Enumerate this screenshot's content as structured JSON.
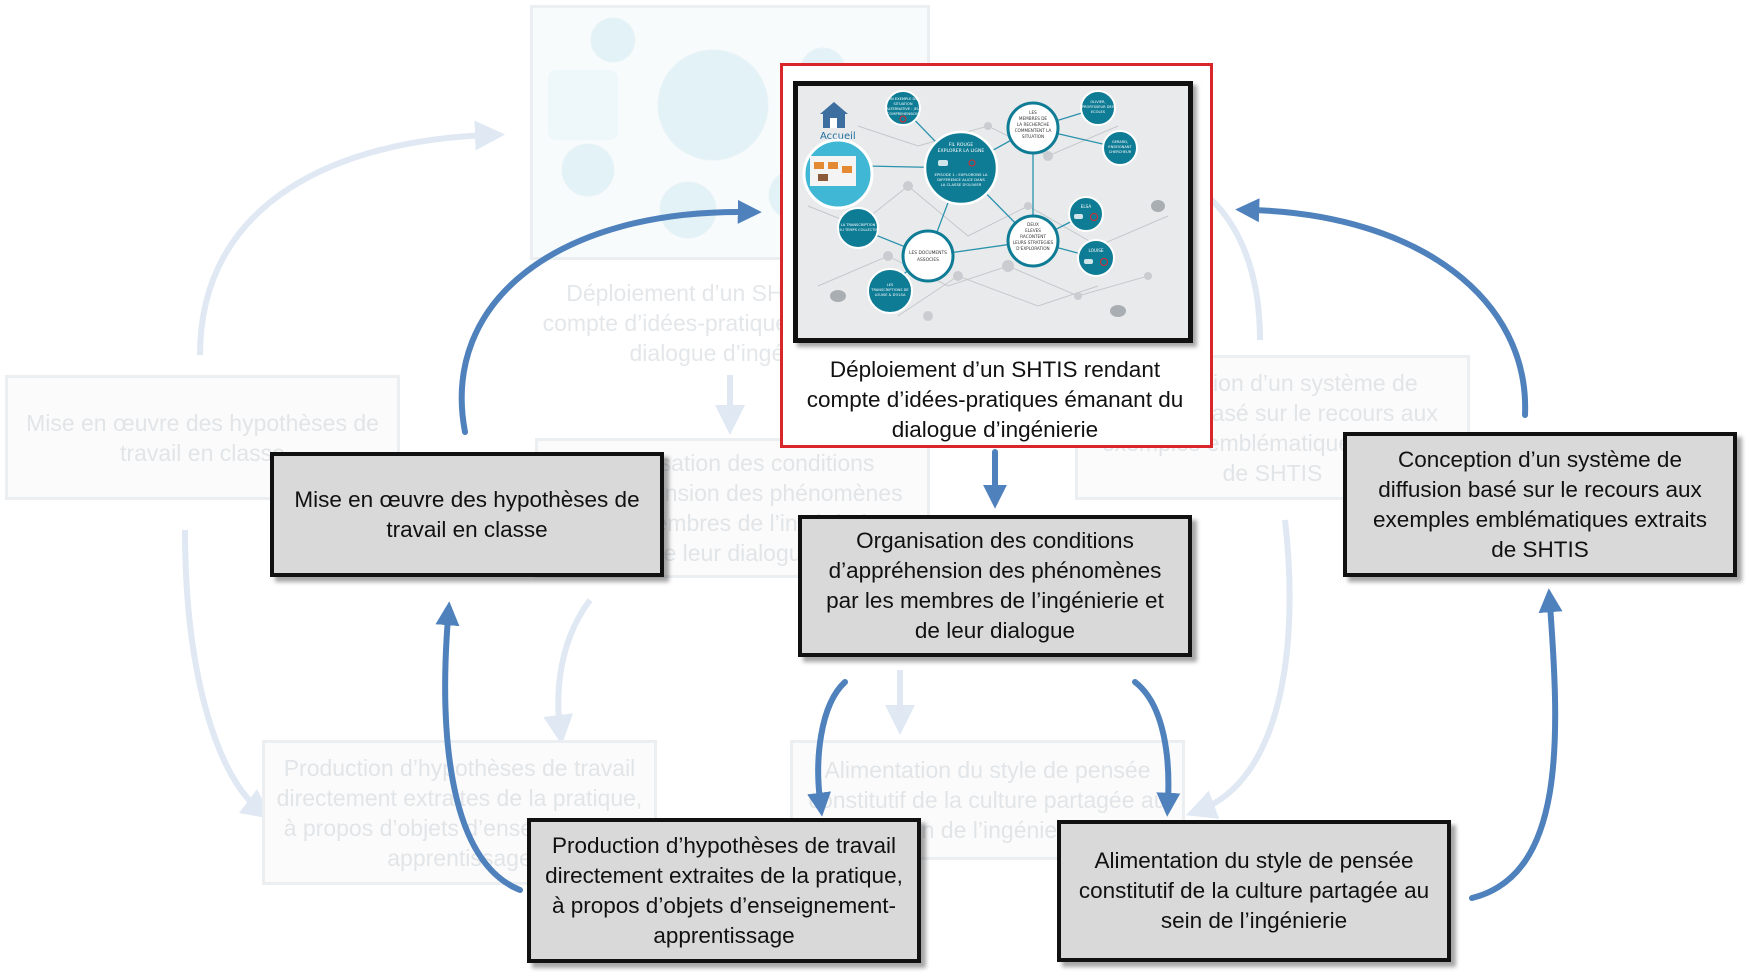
{
  "diagram": {
    "featured": {
      "caption": "Déploiement d’un SHTIS rendant compte d’idées-pratiques émanant du dialogue d’ingénierie",
      "screenshot": {
        "accueil": "Accueil",
        "nodes": {
          "exemple": "UN EXEMPLE DE SITUATION ALTERNATIVE : JEU COMPREHENSION",
          "fil_rouge": "FIL ROUGE EXPLORER LA LIGNE",
          "episode": "EPISODE 1 : EXPLORONS LA DIFFERENCE ALICE DANS LA CLASSE D'OLIVIER",
          "membres": "LES MEMBRES DE LA RECHERCHE COMMENTENT LA SITUATION",
          "olivier": "OLIVIER, PROFESSEUR DES ECOLES",
          "gerard": "GERARD, ENSEIGNANT CHERCHEUR",
          "elsa": "ELSA",
          "louise": "LOUISE",
          "deux_eleves": "DEUX ELEVES RACONTENT LEURS STRATEGIES D'EXPLORATION",
          "documents": "LES DOCUMENTS ASSOCIES",
          "transcription": "LA TRANSCRIPTION DU TEMPS COLLECTIF",
          "transcriptions": "LES TRANSCRIPTIONS DE LOUISE & D'ELSA"
        }
      }
    },
    "boxes": {
      "organisation": "Organisation des conditions d’appréhension des phénomènes par les membres de l’ingénierie et de leur dialogue",
      "mise_en_oeuvre": "Mise en œuvre des hypothèses de travail en classe",
      "conception": "Conception d’un système de diffusion basé sur le recours aux exemples emblématiques extraits de SHTIS",
      "production": "Production d’hypothèses de travail directement extraites de la pratique, à propos d’objets d’enseignement-apprentissage",
      "alimentation": "Alimentation du style de pensée constitutif de la culture partagée au sein de l’ingénierie"
    },
    "ghost": {
      "deploiement": "Déploiement d’un SHTIS rendant compte d’idées-pratiques émanant du dialogue d’ingénierie",
      "mise_en_oeuvre": "Mise en œuvre des hypothèses de travail en classe",
      "organisation": "Organisation des conditions d’appréhension des phénomènes par les membres de l’ingénierie et de leur dialogue",
      "conception": "Conception d’un système de diffusion basé sur le recours aux exemples emblématiques extraits de SHTIS",
      "production": "Production d’hypothèses de travail directement extraites de la pratique, à propos d’objets d’enseignement-apprentissage",
      "alimentation": "Alimentation du style de pensée constitutif de la culture partagée au sein de l’ingénierie"
    },
    "colors": {
      "arrow": "#4f81bd",
      "ghost_arrow": "#dfe8f3",
      "box_fill": "#d9d9d9",
      "highlight": "#d9262b",
      "node": "#0f7c95",
      "node_ring": "#36a9c9"
    }
  }
}
